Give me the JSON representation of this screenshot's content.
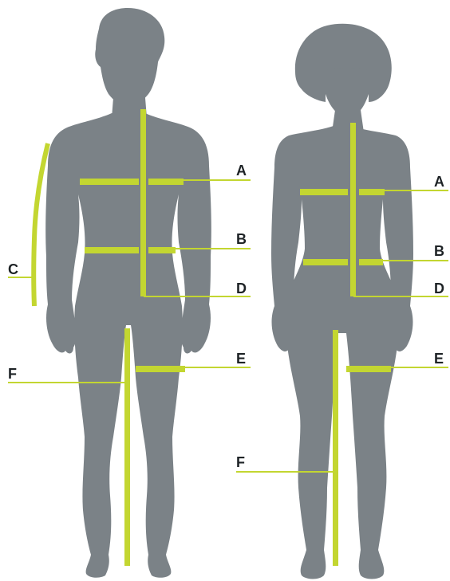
{
  "colors": {
    "body": "#7b8287",
    "measure": "#c3d631",
    "leader": "#c3d631",
    "label": "#1e2326",
    "background": "#ffffff"
  },
  "figures": {
    "man": {
      "labels": {
        "a": "A",
        "b": "B",
        "c": "C",
        "d": "D",
        "e": "E",
        "f": "F"
      }
    },
    "woman": {
      "labels": {
        "a": "A",
        "b": "B",
        "d": "D",
        "e": "E",
        "f": "F"
      }
    }
  }
}
